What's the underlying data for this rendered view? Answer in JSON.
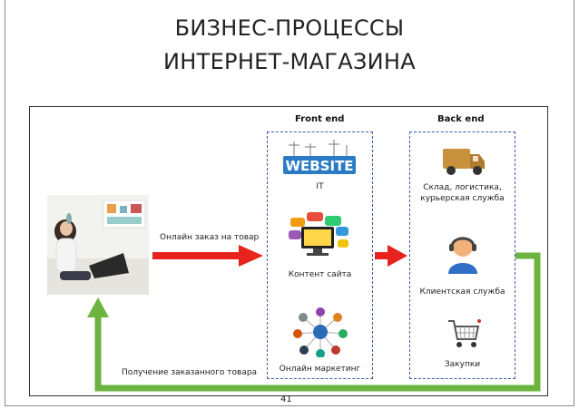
{
  "slide": {
    "title_line1": "БИЗНЕС-ПРОЦЕССЫ",
    "title_line2": "ИНТЕРНЕТ-МАГАЗИНА",
    "page_number": "41"
  },
  "columns": {
    "front_end": "Front end",
    "back_end": "Back end"
  },
  "front_end_items": [
    {
      "label": "IT",
      "icon": "website-icon"
    },
    {
      "label": "Контент сайта",
      "icon": "speech-bubbles-computer-icon"
    },
    {
      "label": "Онлайн маркетинг",
      "icon": "marketing-network-icon"
    }
  ],
  "back_end_items": [
    {
      "label_line1": "Склад, логистика,",
      "label_line2": "курьерская служба",
      "icon": "delivery-truck-icon"
    },
    {
      "label": "Клиентская служба",
      "icon": "customer-service-operator-icon"
    },
    {
      "label": "Закупки",
      "icon": "shopping-cart-icon"
    }
  ],
  "flows": {
    "order_label": "Онлайн заказ на товар",
    "delivery_label": "Получение заказанного товара"
  },
  "colors": {
    "red_arrow": "#e8231d",
    "green_arrow": "#6cb33f",
    "dashed_border": "#3b5ea8"
  }
}
